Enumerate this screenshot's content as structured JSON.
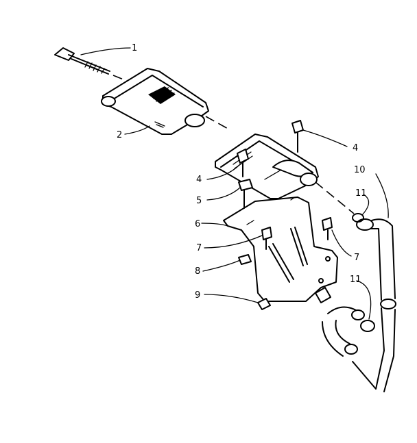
{
  "callouts": [
    {
      "id": "c1",
      "label": "1"
    },
    {
      "id": "c2",
      "label": "2"
    },
    {
      "id": "c4a",
      "label": "4"
    },
    {
      "id": "c4b",
      "label": "4"
    },
    {
      "id": "c5",
      "label": "5"
    },
    {
      "id": "c6",
      "label": "6"
    },
    {
      "id": "c7a",
      "label": "7"
    },
    {
      "id": "c7b",
      "label": "7"
    },
    {
      "id": "c8",
      "label": "8"
    },
    {
      "id": "c9",
      "label": "9"
    },
    {
      "id": "c10",
      "label": "10"
    },
    {
      "id": "c11a",
      "label": "11"
    },
    {
      "id": "c11b",
      "label": "11"
    }
  ]
}
